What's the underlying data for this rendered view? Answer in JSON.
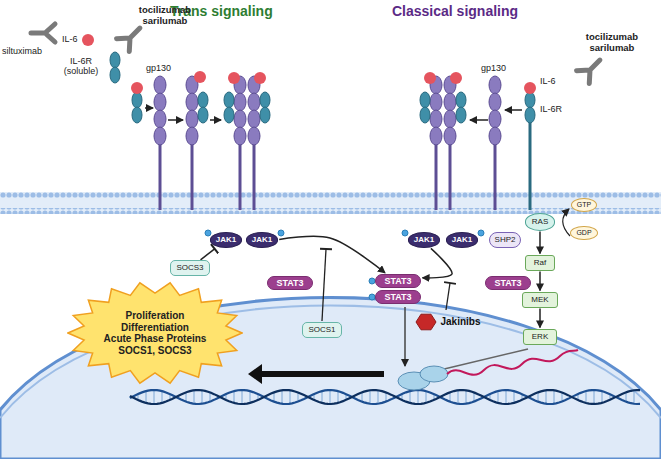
{
  "diagram": {
    "nodes": [
      {
        "text": [
          "SOCS3"
        ]
      },
      {
        "text": [
          "JAK1"
        ]
      },
      {
        "text": [
          "JAK1"
        ]
      },
      {
        "text": [
          "JAK1"
        ]
      },
      {
        "text": [
          "JAK1"
        ]
      },
      {
        "text": [
          "STAT3"
        ]
      },
      {
        "text": [
          "SOCS1"
        ]
      },
      {
        "text": [
          "STAT3"
        ]
      },
      {
        "text": [
          "STAT3"
        ]
      },
      {
        "text": [
          "Jakinibs"
        ]
      },
      {
        "text": [
          "STAT3"
        ]
      },
      {
        "text": [
          "SHP2"
        ]
      },
      {
        "text": [
          "GTP"
        ]
      },
      {
        "text": [
          "RAS"
        ]
      },
      {
        "text": [
          "GDP"
        ]
      },
      {
        "text": [
          "Raf"
        ]
      },
      {
        "text": [
          "MEK"
        ]
      },
      {
        "text": [
          "ERK"
        ]
      },
      {
        "text": [
          "Proliferation",
          "Differentiation",
          "Acute Phase Proteins",
          "SOCS1, SOCS3"
        ]
      }
    ],
    "edges": [
      {
        "from": 0,
        "to": 1,
        "arrow": "to"
      },
      {
        "from": 2,
        "to": 7,
        "arrow": "to"
      },
      {
        "from": 3,
        "to": 7,
        "arrow": "to"
      },
      {
        "from": 13,
        "to": 15,
        "arrow": "to"
      },
      {
        "from": 15,
        "to": 16,
        "arrow": "to"
      },
      {
        "from": 16,
        "to": 17,
        "arrow": "to"
      }
    ],
    "labels": [
      "Trans signaling",
      "Classical signaling",
      "tocilizumab sarilumab",
      "siltuximab",
      "IL-6",
      "IL-6R (soluble)",
      "gp130",
      "gp130",
      "IL-6",
      "tocilizumab sarilumab",
      "IL-6R"
    ]
  }
}
